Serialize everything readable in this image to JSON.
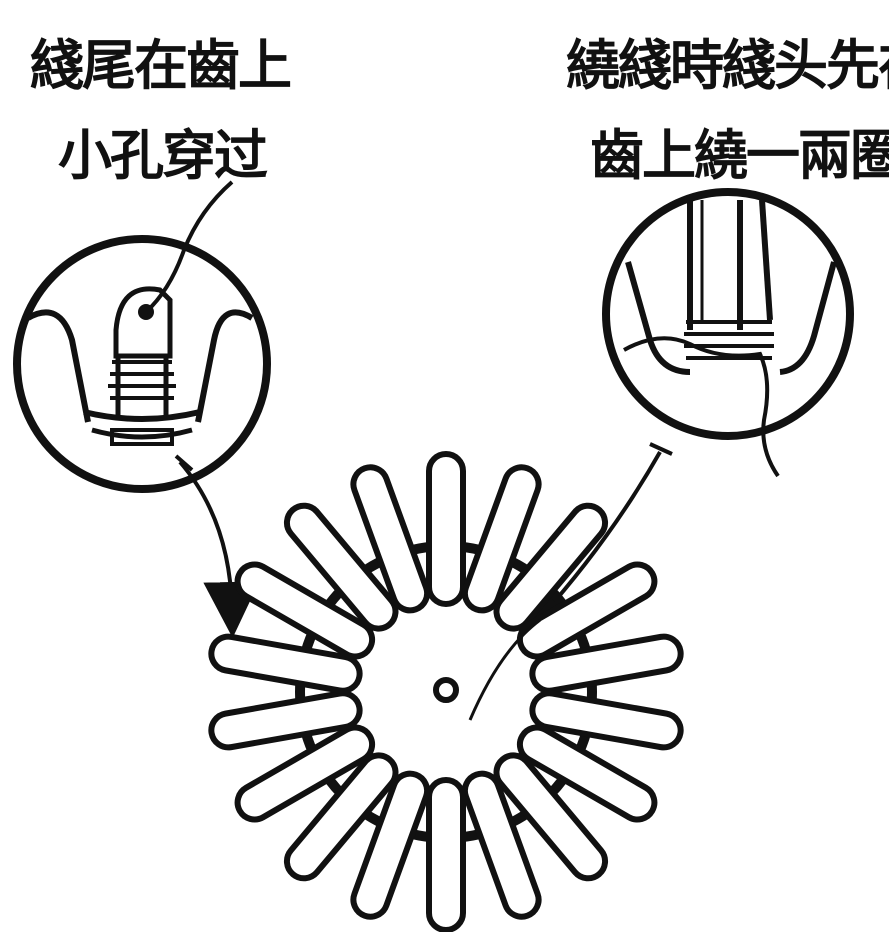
{
  "annotations": {
    "left": {
      "line1": "綫尾在齒上",
      "line2": "小孔穿过"
    },
    "right": {
      "line1": "繞綫時綫头先在",
      "line2": "齒上繞一兩圈"
    }
  },
  "colors": {
    "ink": "#111111",
    "paper": "#ffffff"
  },
  "diagram": {
    "gear_teeth_count": 18,
    "left_detail": "tooth-tip-through-hole",
    "right_detail": "wire-wound-around-tooth"
  }
}
